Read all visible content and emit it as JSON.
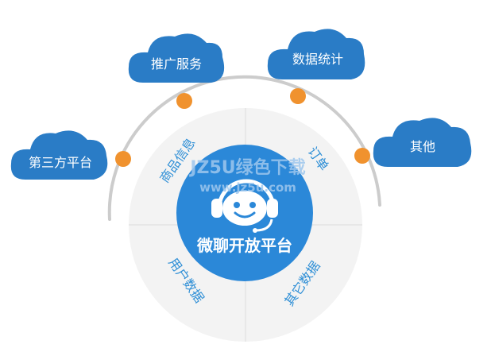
{
  "clouds": {
    "third_party": "第三方平台",
    "promotion": "推广服务",
    "statistics": "数据统计",
    "other": "其他"
  },
  "quadrants": {
    "product_info": "商品信息",
    "orders": "订单",
    "user_data": "用户数据",
    "other_data": "其它数据"
  },
  "center": {
    "title": "微聊开放平台"
  },
  "watermark": {
    "main": "JZ5U绿色下载",
    "url": "www.jz5u.com"
  },
  "colors": {
    "cloud_blue": "#2a7cc6",
    "center_blue": "#2b88d8",
    "dot_orange": "#f0922e",
    "arc_gray": "#cccccc",
    "disc_fill": "#f3f3f3",
    "quad_text": "#2f8fd6"
  }
}
